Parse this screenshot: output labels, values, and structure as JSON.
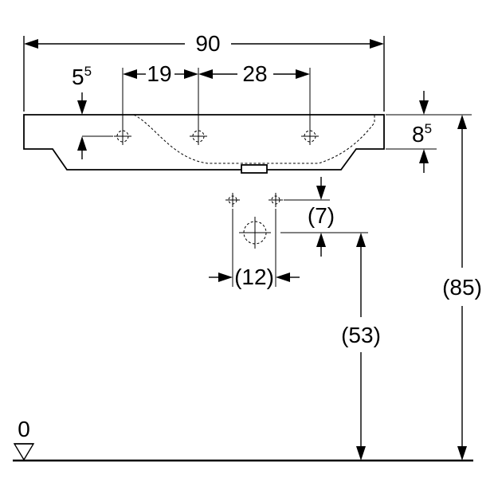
{
  "dimensions": {
    "width_total": "90",
    "rim_offset_base": "5",
    "rim_offset_sup": "5",
    "hole_spacing_left": "19",
    "hole_spacing_right": "28",
    "rim_thickness_base": "8",
    "rim_thickness_sup": "5",
    "supply_drop": "(7)",
    "supply_spacing": "(12)",
    "supply_height": "(53)",
    "rim_height": "(85)"
  },
  "floor": {
    "level_label": "0"
  }
}
